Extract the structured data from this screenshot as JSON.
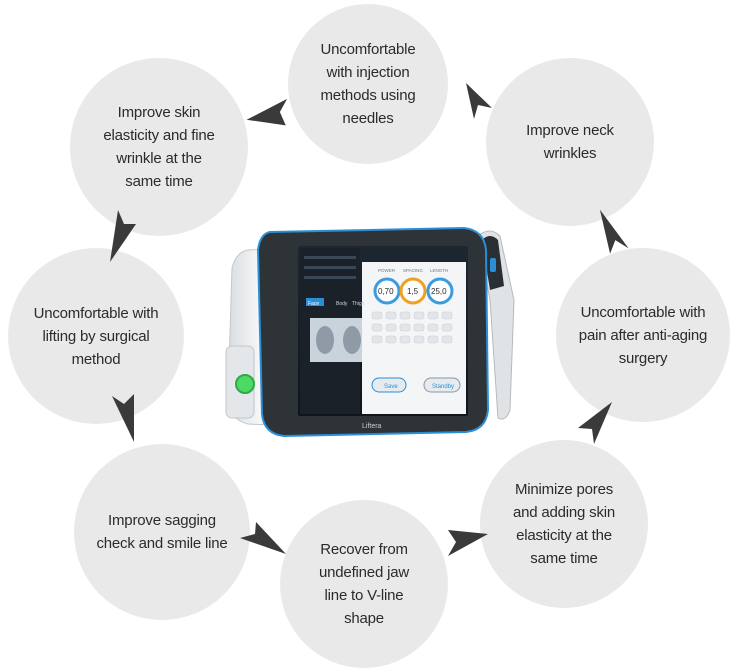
{
  "cycle": {
    "steps": [
      {
        "label": "Uncomfortable with injection methods using needles"
      },
      {
        "label": "Improve neck wrinkles"
      },
      {
        "label": "Uncomfortable with pain after anti-aging surgery"
      },
      {
        "label": "Minimize pores and adding skin elasticity at the same time"
      },
      {
        "label": "Recover from undefined jaw line to V-line shape"
      },
      {
        "label": "Improve sagging check and smile line"
      },
      {
        "label": "Uncomfortable with lifting by surgical method"
      },
      {
        "label": "Improve skin elasticity and fine wrinkle at the same time"
      }
    ],
    "arrow_color": "#3a3a3a",
    "bubble_color": "#e9e9e9"
  },
  "device": {
    "brand": "Liftera",
    "screen": {
      "readouts": [
        {
          "label": "POWER",
          "value": "0,70"
        },
        {
          "label": "SPACING",
          "value": "1,5"
        },
        {
          "label": "LENGTH",
          "value": "25,0"
        }
      ],
      "tabs": [
        "Face",
        "Body",
        "Thigh"
      ],
      "buttons": {
        "save": "Save",
        "standby": "Standby"
      }
    },
    "accent_color": "#2a8fd6",
    "ring_colors": [
      "#3a9be0",
      "#f0a020",
      "#3a9be0"
    ]
  }
}
